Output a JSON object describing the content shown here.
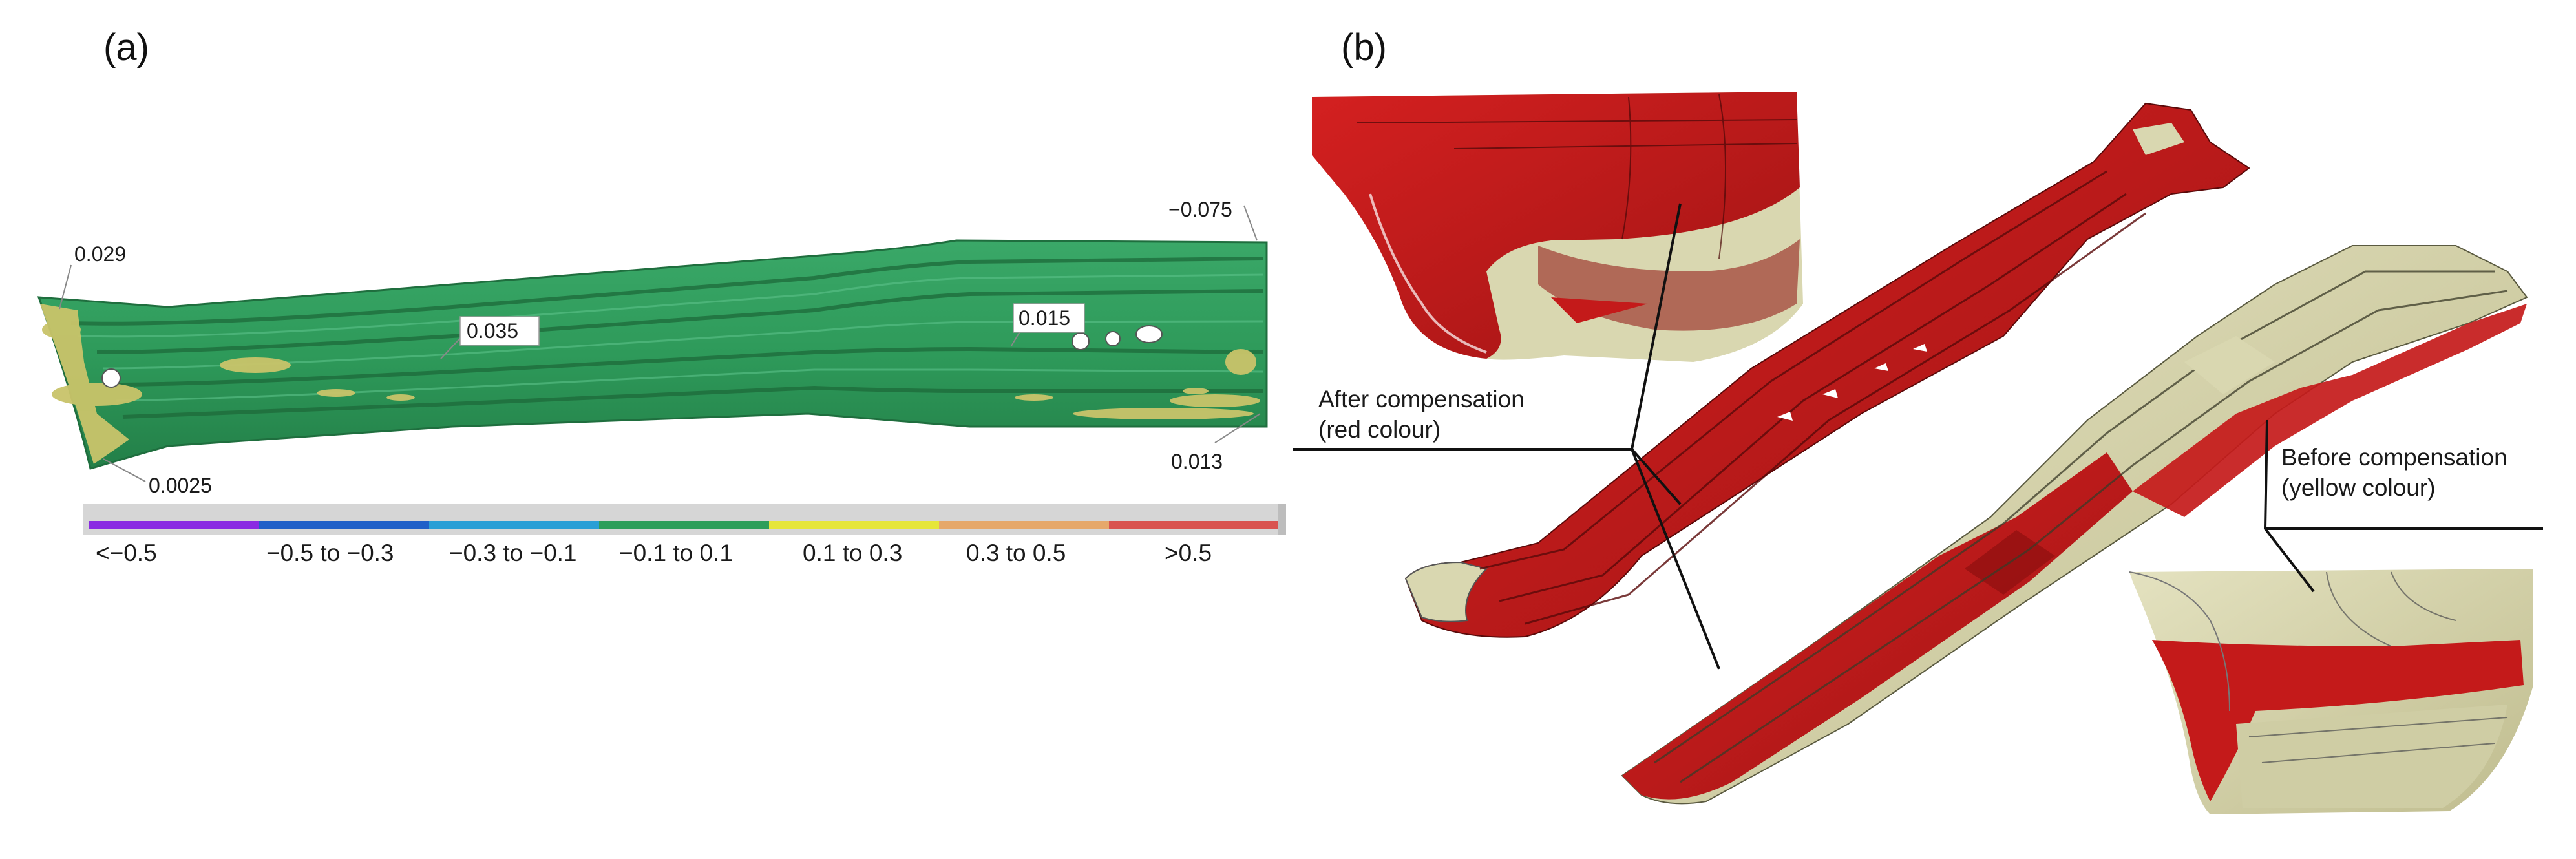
{
  "panel_a": {
    "label": "(a)",
    "annotations": [
      {
        "id": "a1",
        "text": "0.029"
      },
      {
        "id": "a2",
        "text": "0.035"
      },
      {
        "id": "a3",
        "text": "0.015"
      },
      {
        "id": "a4",
        "text": "−0.075"
      },
      {
        "id": "a5",
        "text": "0.0025"
      },
      {
        "id": "a6",
        "text": "0.013"
      }
    ],
    "color_scale": [
      {
        "label": "<−0.5",
        "color": "#8a2be2"
      },
      {
        "label": "−0.5 to −0.3",
        "color": "#2060c8"
      },
      {
        "label": "−0.3 to −0.1",
        "color": "#2a9fd6"
      },
      {
        "label": "−0.1 to 0.1",
        "color": "#2e9e5a"
      },
      {
        "label": "0.1 to 0.3",
        "color": "#e6e63a"
      },
      {
        "label": "0.3 to 0.5",
        "color": "#e6a86a"
      },
      {
        "label": ">0.5",
        "color": "#d9534f"
      }
    ]
  },
  "panel_b": {
    "label": "(b)",
    "after_callout": {
      "line1": "After compensation",
      "line2": "(red colour)"
    },
    "before_callout": {
      "line1": "Before compensation",
      "line2": "(yellow colour)"
    }
  },
  "colors": {
    "part_green": "#2f9a5c",
    "part_green_dark": "#1f7a44",
    "part_yellow": "#c8c46a",
    "after_red": "#c41a1a",
    "after_red_dark": "#8e0f0f",
    "before_beige": "#d9d7b0"
  }
}
